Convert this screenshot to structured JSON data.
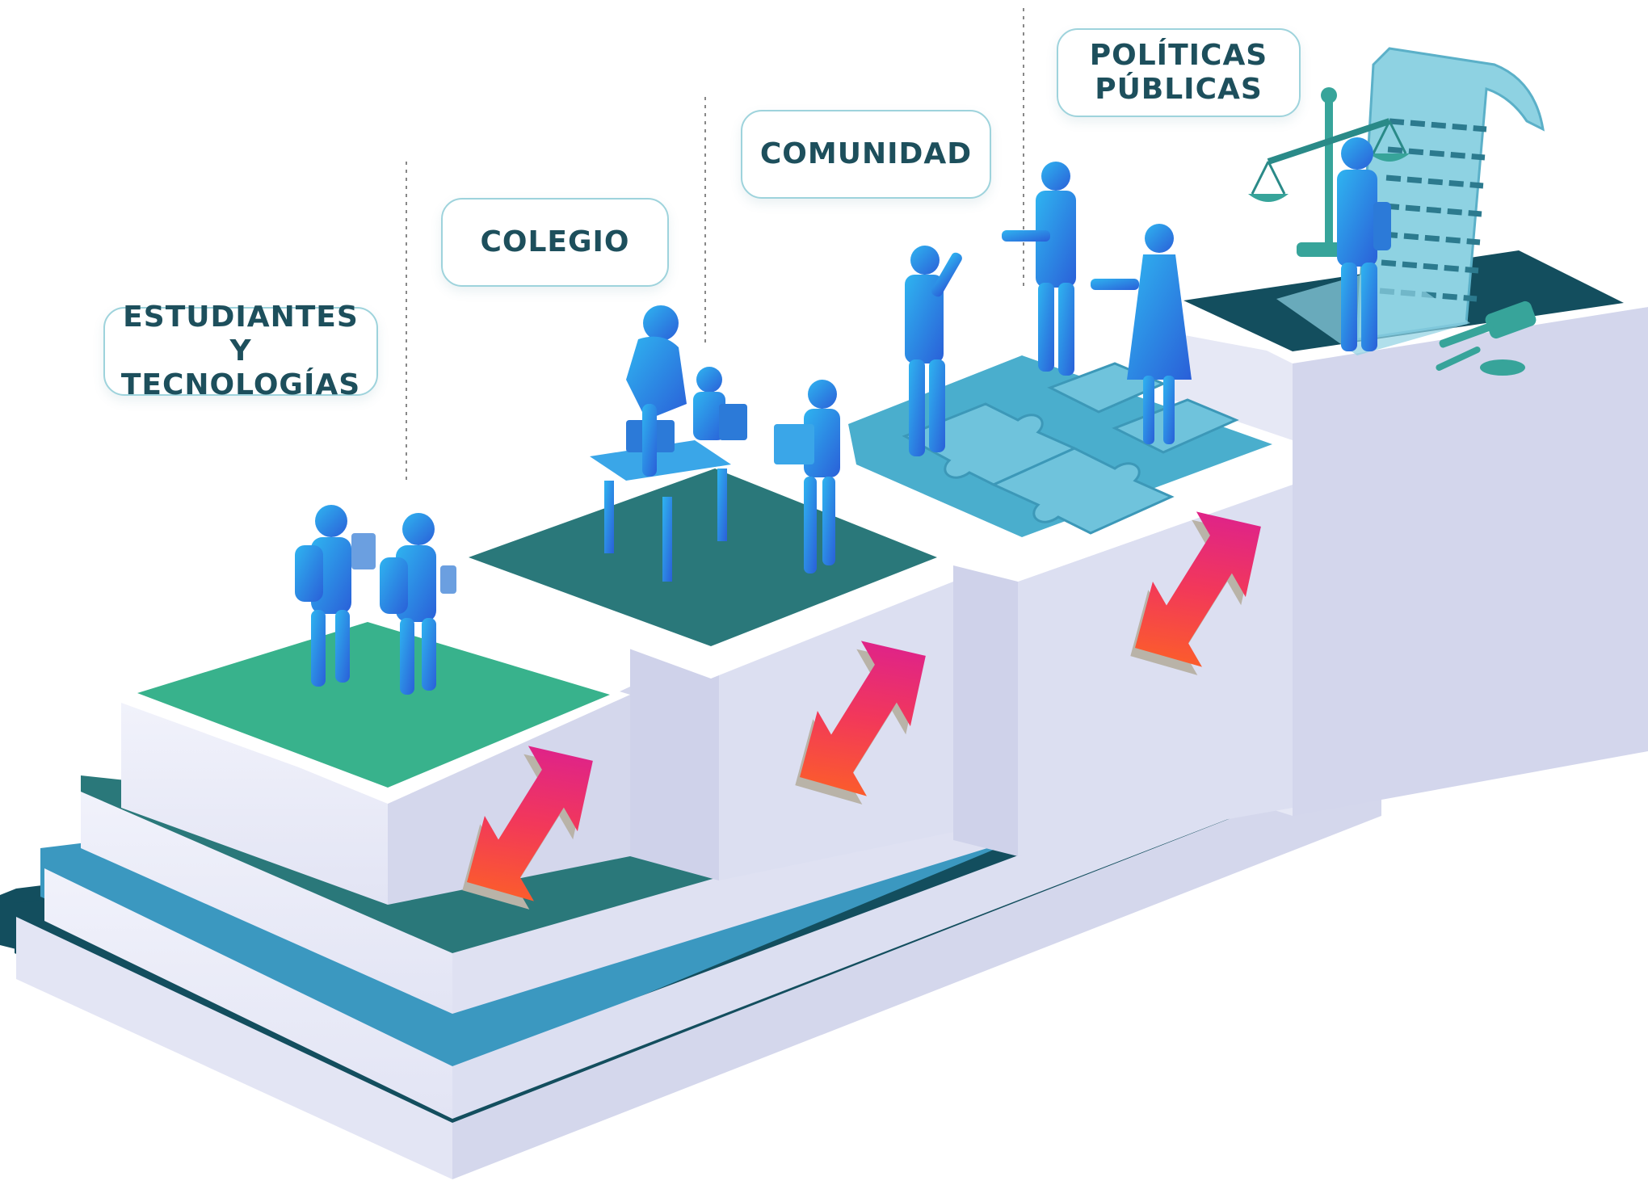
{
  "levels": [
    {
      "id": "estudiantes",
      "label_lines": [
        "ESTUDIANTES",
        "Y TECNOLOGÍAS"
      ],
      "top_color": "#38b28c"
    },
    {
      "id": "colegio",
      "label_lines": [
        "COLEGIO"
      ],
      "top_color": "#2a787a"
    },
    {
      "id": "comunidad",
      "label_lines": [
        "COMUNIDAD"
      ],
      "top_color": "#4aaecd"
    },
    {
      "id": "politicas",
      "label_lines": [
        "POLÍTICAS",
        "PÚBLICAS"
      ],
      "top_color": "#134e5e"
    }
  ],
  "colors": {
    "label_text": "#1d4f5c",
    "label_border": "#9ed3dc",
    "block_face": "#eceef8",
    "block_side": "#d3d6ec",
    "base_dark": "#134e5e",
    "base_blue": "#3b98c0",
    "figure_blue": "#3a7fe0",
    "arrow_start": "#ff6a1a",
    "arrow_end": "#d81b9a"
  },
  "icons": [
    "students-figures-icon",
    "classroom-figures-icon",
    "community-figures-icon",
    "puzzle-icon",
    "justice-scale-icon",
    "document-scroll-icon",
    "gavel-icon",
    "double-arrow-icon"
  ]
}
